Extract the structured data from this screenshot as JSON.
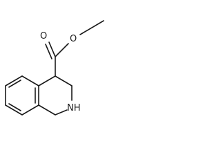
{
  "structure": {
    "atoms": {
      "carbonyl_oxygen": "O",
      "ester_oxygen": "O",
      "ring_nitrogen": "NH"
    }
  }
}
